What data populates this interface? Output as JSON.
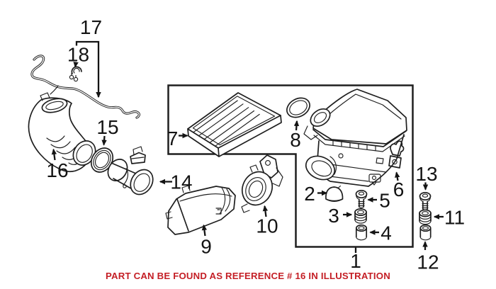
{
  "callouts": {
    "c1": {
      "label": "1"
    },
    "c2": {
      "label": "2"
    },
    "c3": {
      "label": "3"
    },
    "c4": {
      "label": "4"
    },
    "c5": {
      "label": "5"
    },
    "c6": {
      "label": "6"
    },
    "c7": {
      "label": "7"
    },
    "c8": {
      "label": "8"
    },
    "c9": {
      "label": "9"
    },
    "c10": {
      "label": "10"
    },
    "c11": {
      "label": "11"
    },
    "c12": {
      "label": "12"
    },
    "c13": {
      "label": "13"
    },
    "c14": {
      "label": "14"
    },
    "c15": {
      "label": "15"
    },
    "c16": {
      "label": "16"
    },
    "c17": {
      "label": "17"
    },
    "c18": {
      "label": "18"
    }
  },
  "caption": {
    "text": "PART CAN BE FOUND AS REFERENCE # 16 IN ILLUSTRATION"
  },
  "colors": {
    "line": "#1f1f1f",
    "caption_red": "#c41e25",
    "background": "#ffffff"
  }
}
